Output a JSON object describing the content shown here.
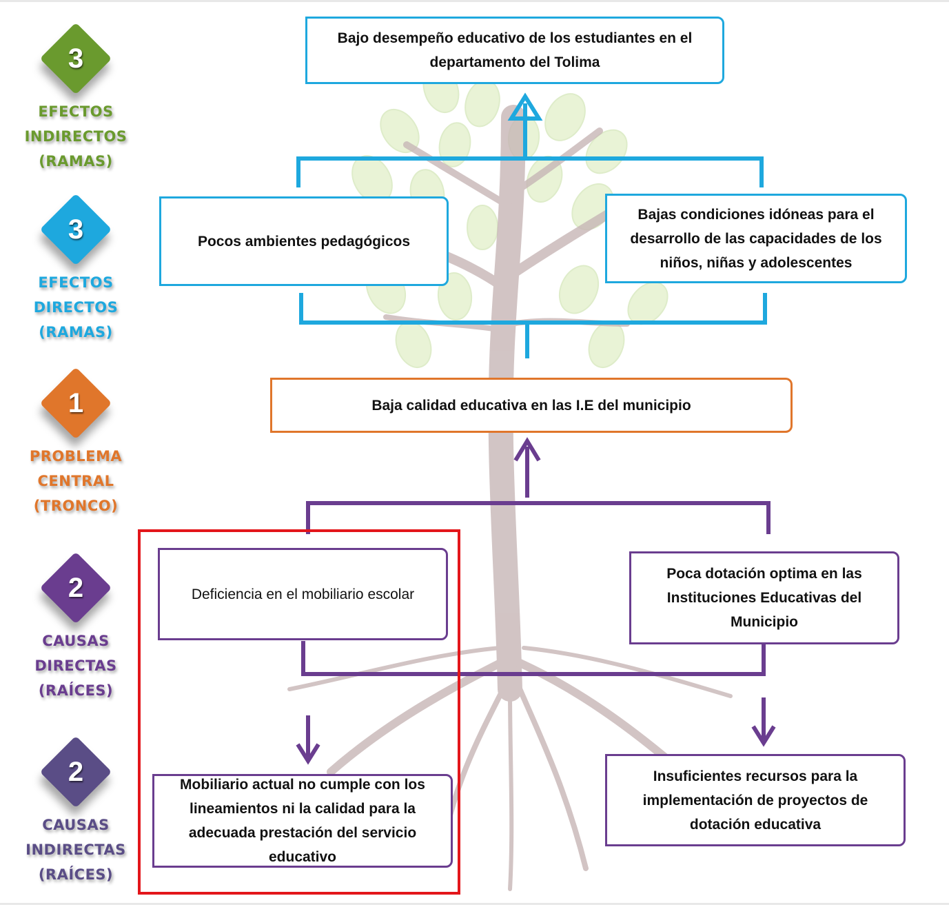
{
  "colors": {
    "effects": "#1ea8de",
    "problem": "#e0762b",
    "causes": "#6a3d8f",
    "indirect_effects": "#6a9a2e",
    "highlight": "#e3161b"
  },
  "levels": [
    {
      "number": "3",
      "line1": "EFECTOS",
      "line2": "INDIRECTOS",
      "line3": "(RAMAS)",
      "color": "#6a9a2e"
    },
    {
      "number": "3",
      "line1": "EFECTOS",
      "line2": "DIRECTOS",
      "line3": "(RAMAS)",
      "color": "#1ea8de"
    },
    {
      "number": "1",
      "line1": "PROBLEMA",
      "line2": "CENTRAL",
      "line3": "(TRONCO)",
      "color": "#e0762b"
    },
    {
      "number": "2",
      "line1": "CAUSAS",
      "line2": "DIRECTAS",
      "line3": "(RAÍCES)",
      "color": "#6a3d8f"
    },
    {
      "number": "2",
      "line1": "CAUSAS",
      "line2": "INDIRECTAS",
      "line3": "(RAÍCES)",
      "color": "#5a4d86"
    }
  ],
  "boxes": {
    "indirect_effect": "Bajo desempeño educativo de los estudiantes en el departamento del Tolima",
    "direct_effect_left": "Pocos ambientes pedagógicos",
    "direct_effect_right": "Bajas condiciones idóneas para el desarrollo de las capacidades de los niños, niñas y adolescentes",
    "central_problem": "Baja calidad educativa en las I.E del municipio",
    "direct_cause_left": "Deficiencia en el mobiliario escolar",
    "direct_cause_right": "Poca dotación optima en las Instituciones Educativas del Municipio",
    "indirect_cause_left": "Mobiliario actual no cumple con los lineamientos ni la calidad para la adecuada prestación del servicio educativo",
    "indirect_cause_right": "Insuficientes recursos para la implementación de proyectos de dotación educativa"
  }
}
